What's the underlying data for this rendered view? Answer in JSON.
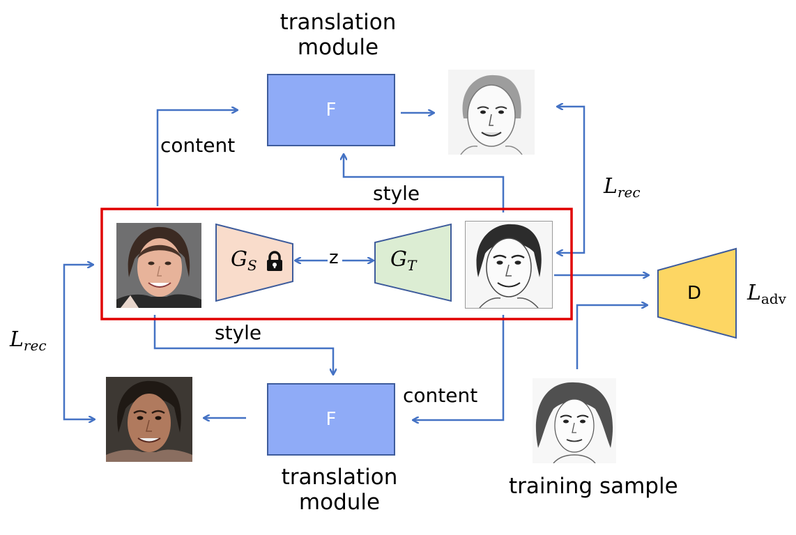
{
  "labels": {
    "top_module": "translation\nmodule",
    "bottom_module": "translation\nmodule",
    "content_top": "content",
    "content_bottom": "content",
    "style_top": "style",
    "style_bottom": "style",
    "z": "z",
    "training_sample": "training sample"
  },
  "blocks": {
    "f_top": "F",
    "f_bottom": "F",
    "d": "D"
  },
  "math": {
    "gs": "G",
    "gs_sub": "S",
    "gt": "G",
    "gt_sub": "T",
    "l_rec_right": "L",
    "l_rec_right_sub": "rec",
    "l_rec_left": "L",
    "l_rec_left_sub": "rec",
    "l_adv": "L",
    "l_adv_sub": "adv"
  },
  "icons": {
    "lock": "lock-icon"
  },
  "colors": {
    "arrow": "#4472c4",
    "translation_block": "#8fabf7",
    "source_generator": "#f9dccb",
    "target_generator": "#dcedd3",
    "discriminator": "#fdd663",
    "highlight_box": "#e00000"
  }
}
